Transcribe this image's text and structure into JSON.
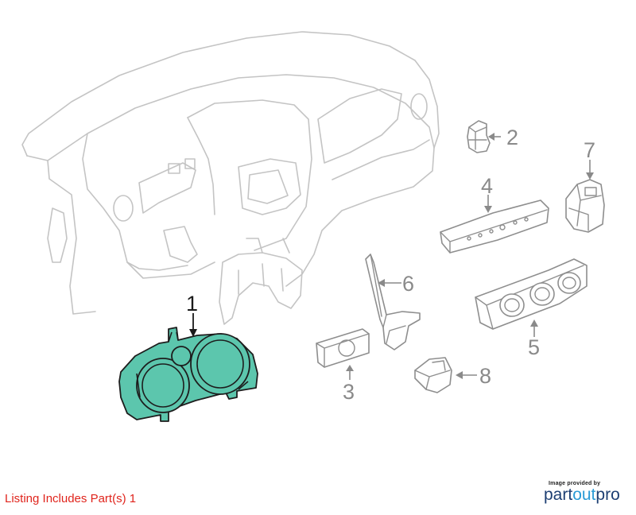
{
  "listing_note": "Listing Includes Part(s) 1",
  "brand": {
    "credit": "Image provided by",
    "logo_part1": "part",
    "logo_part2": "out",
    "logo_part3": "pro"
  },
  "callouts": {
    "c1": "1",
    "c2": "2",
    "c3": "3",
    "c4": "4",
    "c5": "5",
    "c6": "6",
    "c7": "7",
    "c8": "8"
  },
  "colors": {
    "highlight": "#5cc6ad",
    "note_text": "#e0241c",
    "ghost_line": "#c4c4c4",
    "part_line": "#8e8e8e"
  }
}
